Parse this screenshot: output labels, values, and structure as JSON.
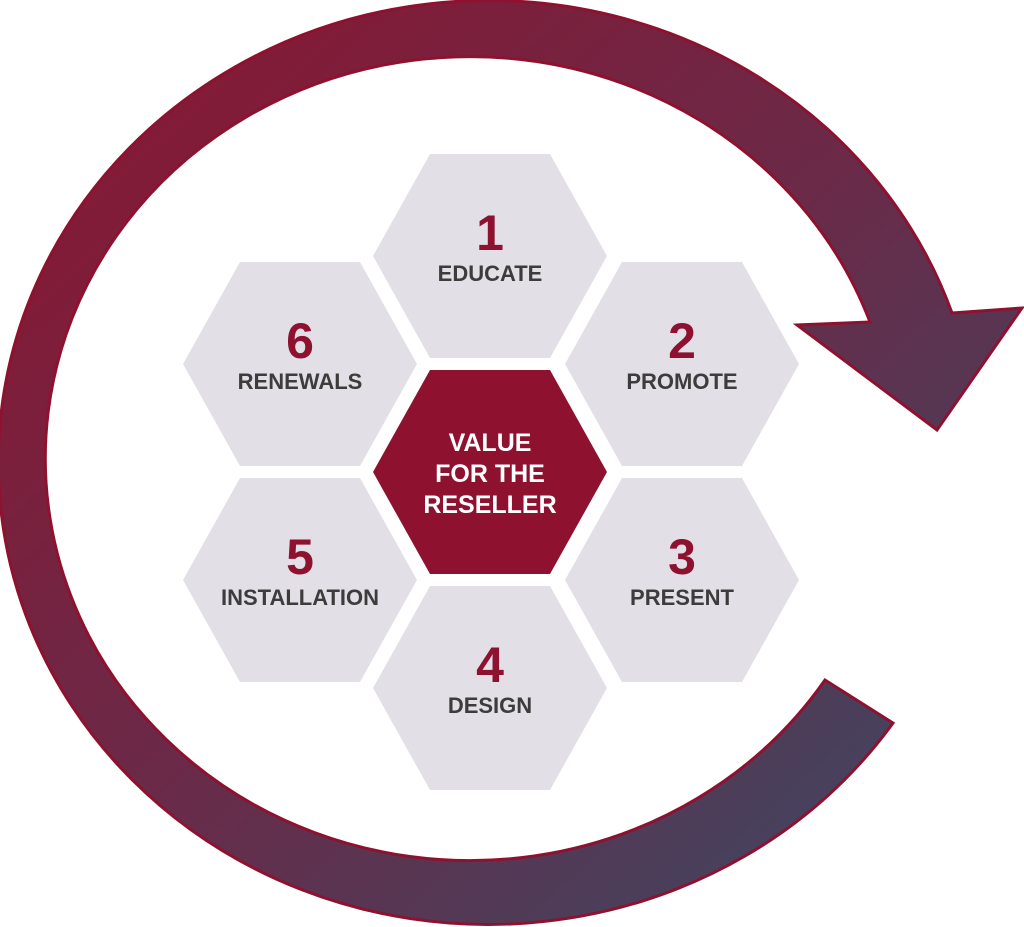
{
  "colors": {
    "accent": "#8e1230",
    "hex_fill": "#e2e0e6",
    "label_text": "#3c3c3c",
    "arrow_start": "#8c1530",
    "arrow_end": "#364c66"
  },
  "center": {
    "lines": [
      "VALUE",
      "FOR THE",
      "RESELLER"
    ]
  },
  "steps": [
    {
      "number": "1",
      "label": "EDUCATE"
    },
    {
      "number": "2",
      "label": "PROMOTE"
    },
    {
      "number": "3",
      "label": "PRESENT"
    },
    {
      "number": "4",
      "label": "DESIGN"
    },
    {
      "number": "5",
      "label": "INSTALLATION"
    },
    {
      "number": "6",
      "label": "RENEWALS"
    }
  ]
}
